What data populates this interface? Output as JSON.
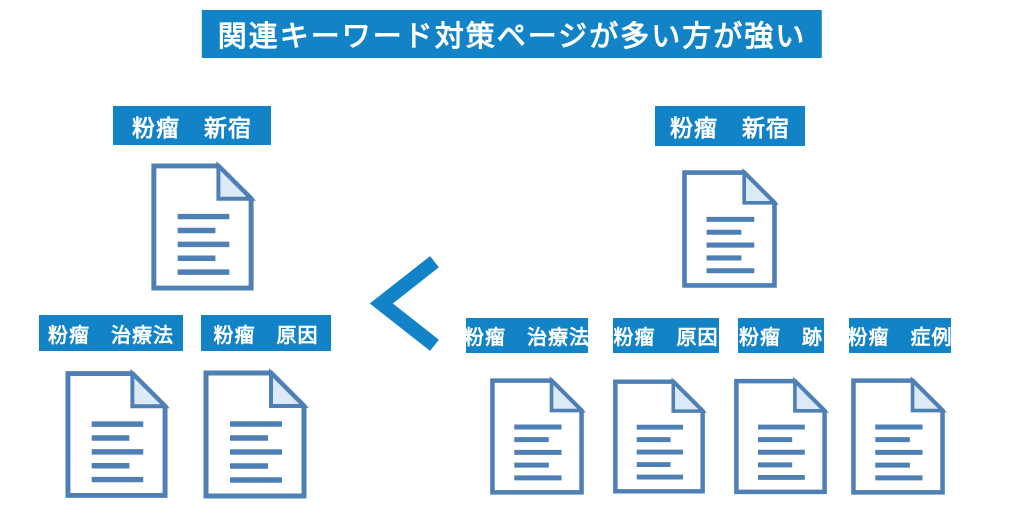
{
  "title": "関連キーワード対策ページが多い方が強い",
  "comparison_symbol": "<",
  "colors": {
    "primary_blue": "#1283C6",
    "document_stroke": "#4E7FB5",
    "document_fold_fill": "#DCE9F7",
    "background": "#FFFFFF",
    "label_text": "#FFFFFF"
  },
  "left_group": {
    "main_keyword": "粉瘤　新宿",
    "sub_keywords": [
      "粉瘤　治療法",
      "粉瘤　原因"
    ],
    "page_count": 3
  },
  "right_group": {
    "main_keyword": "粉瘤　新宿",
    "sub_keywords": [
      "粉瘤　治療法",
      "粉瘤　原因",
      "粉瘤　跡",
      "粉瘤　症例"
    ],
    "page_count": 5
  }
}
